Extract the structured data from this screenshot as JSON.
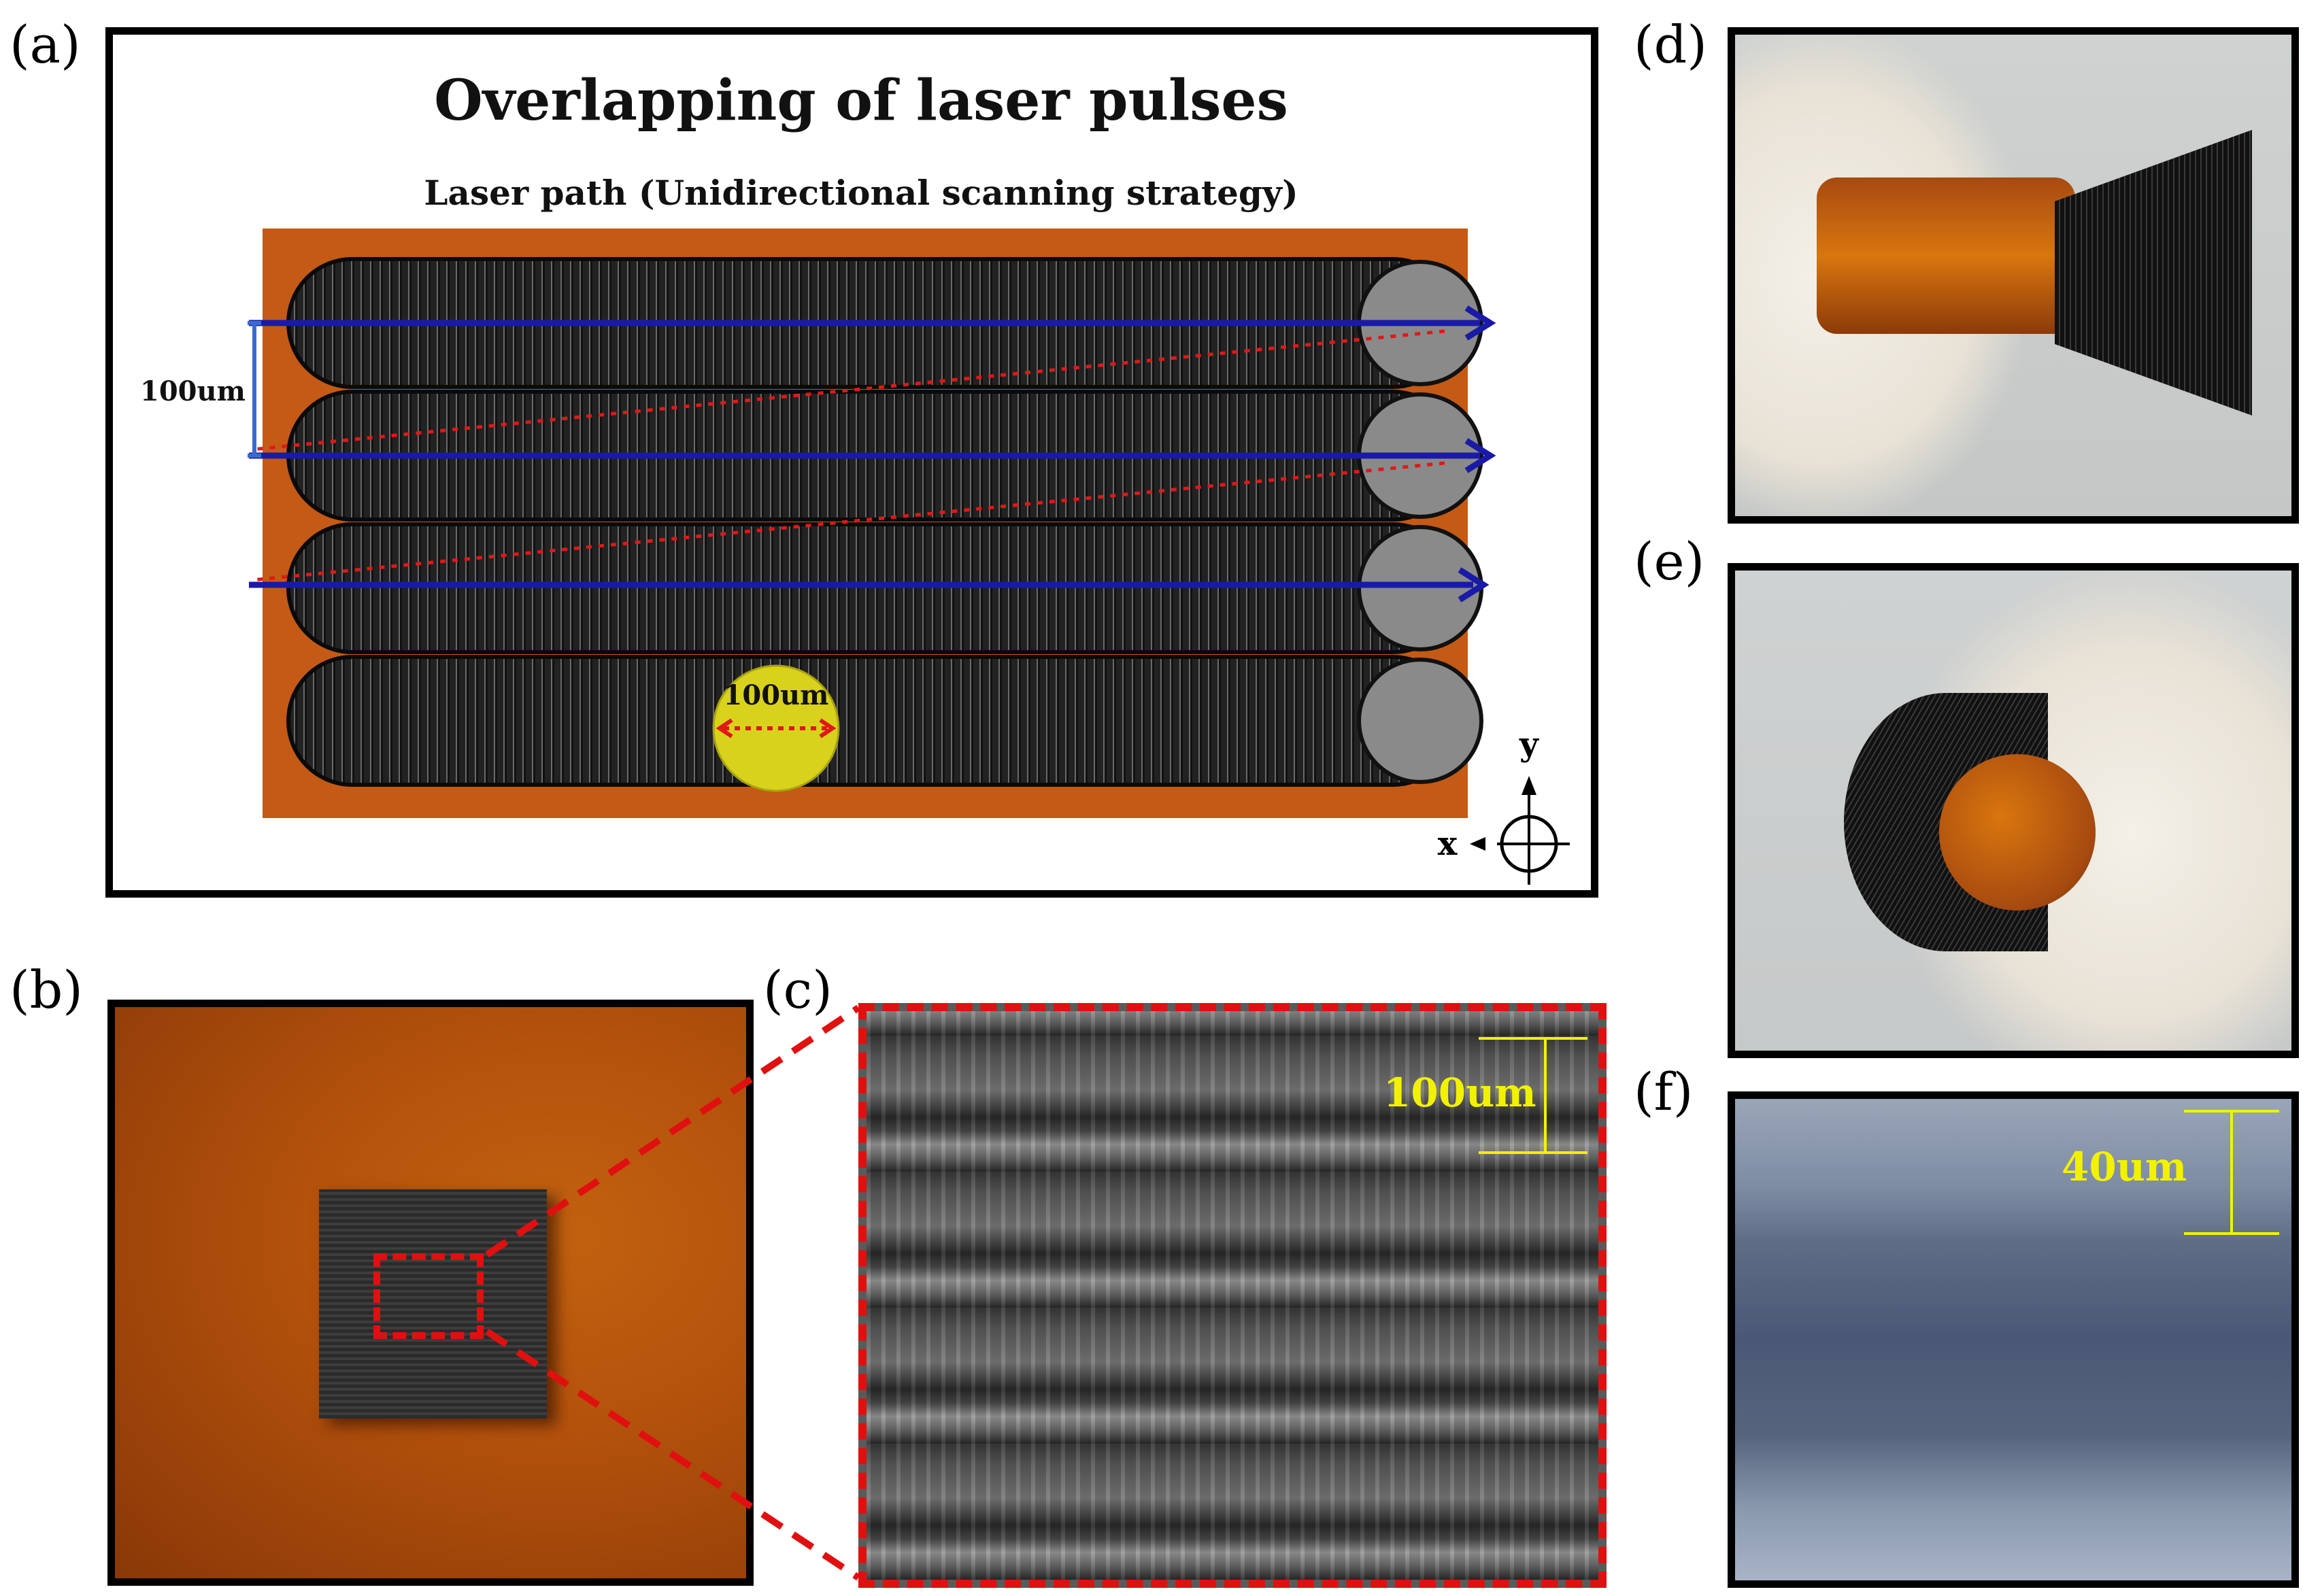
{
  "panel_labels": {
    "a": "(a)",
    "b": "(b)",
    "c": "(c)",
    "d": "(d)",
    "e": "(e)",
    "f": "(f)"
  },
  "diagram_a": {
    "title": "Overlapping of laser pulses",
    "subtitle": "Laser path (Unidirectional scanning strategy)",
    "row_spacing_label": "100um",
    "spot_diameter_label": "100um",
    "axis_x": "x",
    "axis_y": "y",
    "scan_rows": 4,
    "colors": {
      "substrate": "#c45a15",
      "pulse_dark": "#2a2a2a",
      "pulse_end": "#8a8a8a",
      "scan_arrow": "#1a1aa8",
      "return_path": "#e01818",
      "spot": "#d8d21c"
    }
  },
  "panel_c": {
    "scale_label": "100um",
    "scale_color": "#f2f200"
  },
  "panel_f": {
    "scale_label": "40um",
    "scale_color": "#f2f200"
  },
  "colors": {
    "zoom_indicator": "#e01010"
  }
}
